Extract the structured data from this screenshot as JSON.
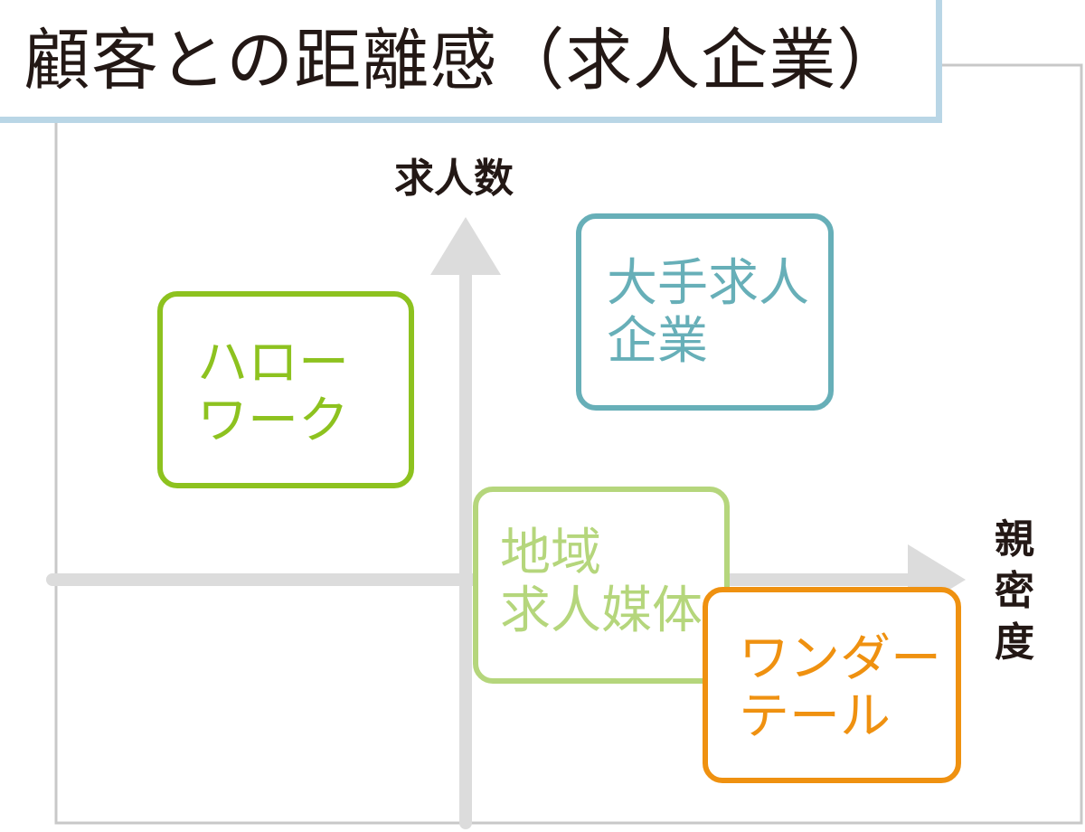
{
  "title": "顧客との距離感（求人企業）",
  "axes": {
    "y_label": "求人数",
    "x_label": "親\n密\n度"
  },
  "boxes": {
    "hello_work": "ハロー\nワーク",
    "major_companies": "大手求人\n企業",
    "local_media": "地域\n求人媒体",
    "wondertale": "ワンダー\nテール"
  },
  "colors": {
    "hello_work": "#8dc21f",
    "major_companies": "#67afb8",
    "local_media": "#b5d67c",
    "wondertale": "#ef9110",
    "axis": "#dcdcdc",
    "frame": "#c8c8c8",
    "title_border": "#b9d6e6",
    "text": "#231815"
  }
}
